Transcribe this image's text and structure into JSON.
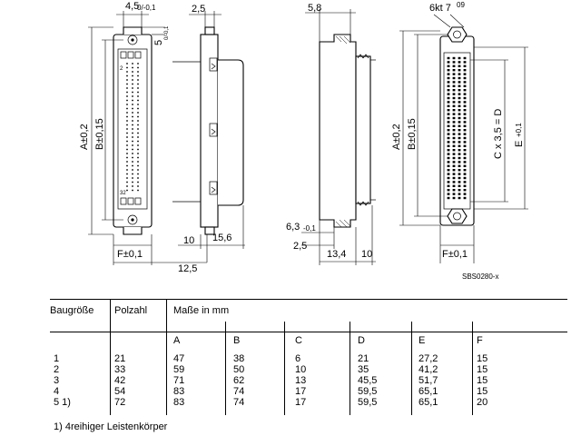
{
  "drawing": {
    "front_left": {
      "top_width": "4,5",
      "top_width_tol": "0/-0,1",
      "top_side": "5",
      "top_side_tol": "0/-0,1",
      "height_a": "A±0,2",
      "height_b": "B±0,15",
      "width_f": "F±0,1",
      "total_width": "12,5"
    },
    "side_left": {
      "top": "2,5",
      "bottom_left": "10",
      "bottom_right": "15,6"
    },
    "side_right": {
      "top": "5,8",
      "lower": "6,3",
      "lower_tol": "-0,1",
      "step": "2,5",
      "bottom": "13,4",
      "bottom_right": "10"
    },
    "front_right": {
      "hex": "6kt 7",
      "hex_sup": "09",
      "height_a": "A±0,2",
      "height_b": "B±0,15",
      "pitch": "C x 3,5 = D",
      "height_e": "E",
      "height_e_tol": "+0,1",
      "width_f": "F±0,1"
    },
    "drawing_code": "SBS0280-x"
  },
  "table": {
    "headers": {
      "size": "Baugröße",
      "pins": "Polzahl",
      "dims": "Maße in mm",
      "a": "A",
      "b": "B",
      "c": "C",
      "d": "D",
      "e": "E",
      "f": "F"
    },
    "rows": [
      {
        "size": "1",
        "pins": "21",
        "a": "47",
        "b": "38",
        "c": "6",
        "d": "21",
        "e": "27,2",
        "f": "15"
      },
      {
        "size": "2",
        "pins": "33",
        "a": "59",
        "b": "50",
        "c": "10",
        "d": "35",
        "e": "41,2",
        "f": "15"
      },
      {
        "size": "3",
        "pins": "42",
        "a": "71",
        "b": "62",
        "c": "13",
        "d": "45,5",
        "e": "51,7",
        "f": "15"
      },
      {
        "size": "4",
        "pins": "54",
        "a": "83",
        "b": "74",
        "c": "17",
        "d": "59,5",
        "e": "65,1",
        "f": "15"
      },
      {
        "size": "5 1)",
        "pins": "72",
        "a": "83",
        "b": "74",
        "c": "17",
        "d": "59,5",
        "e": "65,1",
        "f": "20"
      }
    ]
  },
  "footnote": "1) 4reihiger Leistenkörper"
}
